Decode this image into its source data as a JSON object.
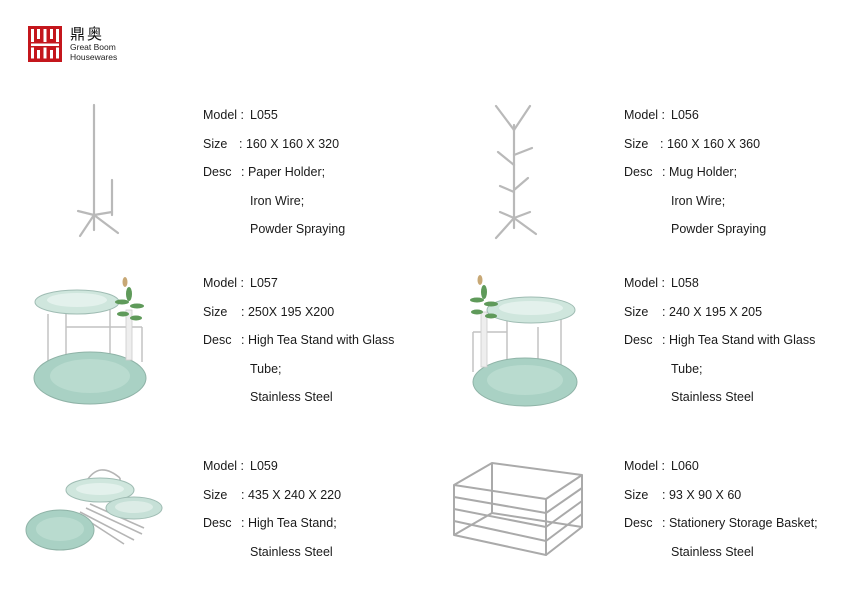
{
  "brand": {
    "name_cn": "鼎奥",
    "name_en_line1": "Great Boom",
    "name_en_line2": "Housewares",
    "color": "#c4161c"
  },
  "labels": {
    "model": "Model",
    "size": "Size",
    "desc": "Desc"
  },
  "products": [
    {
      "model": "L055",
      "size": "160 X 160 X 320",
      "desc": [
        "Paper Holder;",
        "Iron Wire;",
        "Powder Spraying"
      ]
    },
    {
      "model": "L056",
      "size": "160 X 160 X 360",
      "desc": [
        "Mug Holder;",
        "Iron Wire;",
        "Powder Spraying"
      ]
    },
    {
      "model": "L057",
      "size": "250X 195 X200",
      "desc": [
        "High Tea Stand with Glass",
        "Tube;",
        "Stainless Steel"
      ]
    },
    {
      "model": "L058",
      "size": "240 X 195 X 205",
      "desc": [
        "High Tea Stand with Glass",
        "Tube;",
        "Stainless Steel"
      ]
    },
    {
      "model": "L059",
      "size": "435 X 240 X 220",
      "desc": [
        "High Tea Stand;",
        "Stainless Steel"
      ]
    },
    {
      "model": "L060",
      "size": "93 X 90 X 60",
      "desc": [
        "Stationery Storage Basket;",
        "Stainless Steel"
      ]
    }
  ]
}
